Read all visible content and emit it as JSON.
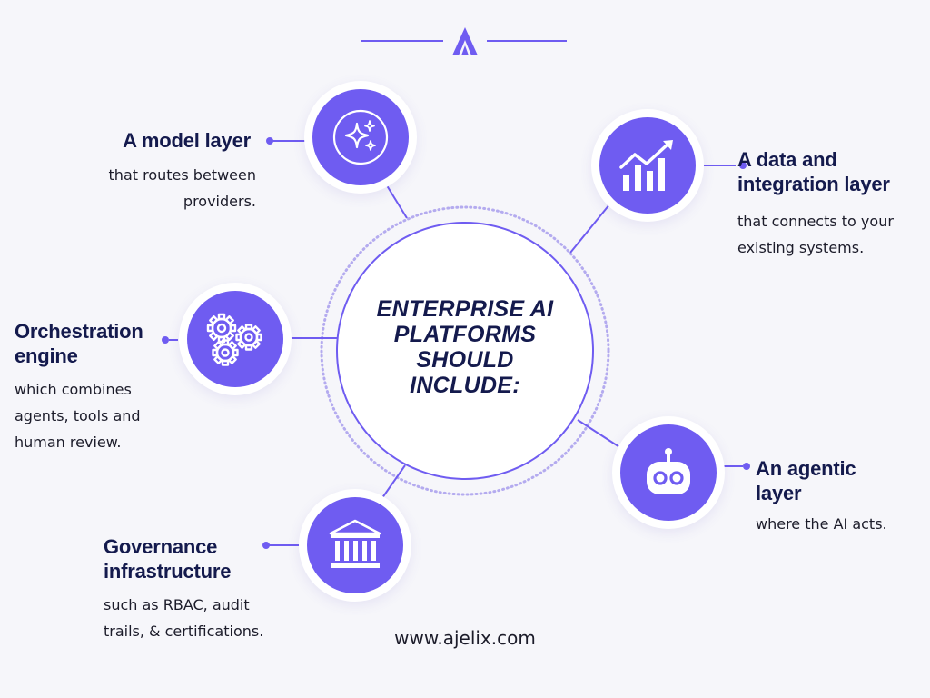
{
  "center": {
    "line1": "ENTERPRISE AI",
    "line2": "PLATFORMS",
    "line3": "SHOULD INCLUDE:"
  },
  "nodes": [
    {
      "title": "A model layer",
      "desc_lines": [
        "that routes between",
        "providers."
      ],
      "icon": "sparkles-icon"
    },
    {
      "title_lines": [
        "A data and",
        "integration layer"
      ],
      "desc_lines": [
        "that connects to your",
        "existing systems."
      ],
      "icon": "growth-chart-icon"
    },
    {
      "title_lines": [
        "Orchestration",
        "engine"
      ],
      "desc_lines": [
        "which combines",
        "agents, tools and",
        "human review."
      ],
      "icon": "gears-icon"
    },
    {
      "title_lines": [
        "An agentic",
        "layer"
      ],
      "desc_lines": [
        "where the AI acts."
      ],
      "icon": "robot-icon"
    },
    {
      "title_lines": [
        "Governance",
        "infrastructure"
      ],
      "desc_lines": [
        "such as RBAC, audit",
        "trails, & certifications."
      ],
      "icon": "institution-icon"
    }
  ],
  "footer": "www.ajelix.com",
  "colors": {
    "accent": "#6f5cf1",
    "title": "#141a4d",
    "background": "#f6f6fa"
  },
  "logo": "ajelix-a-logo"
}
